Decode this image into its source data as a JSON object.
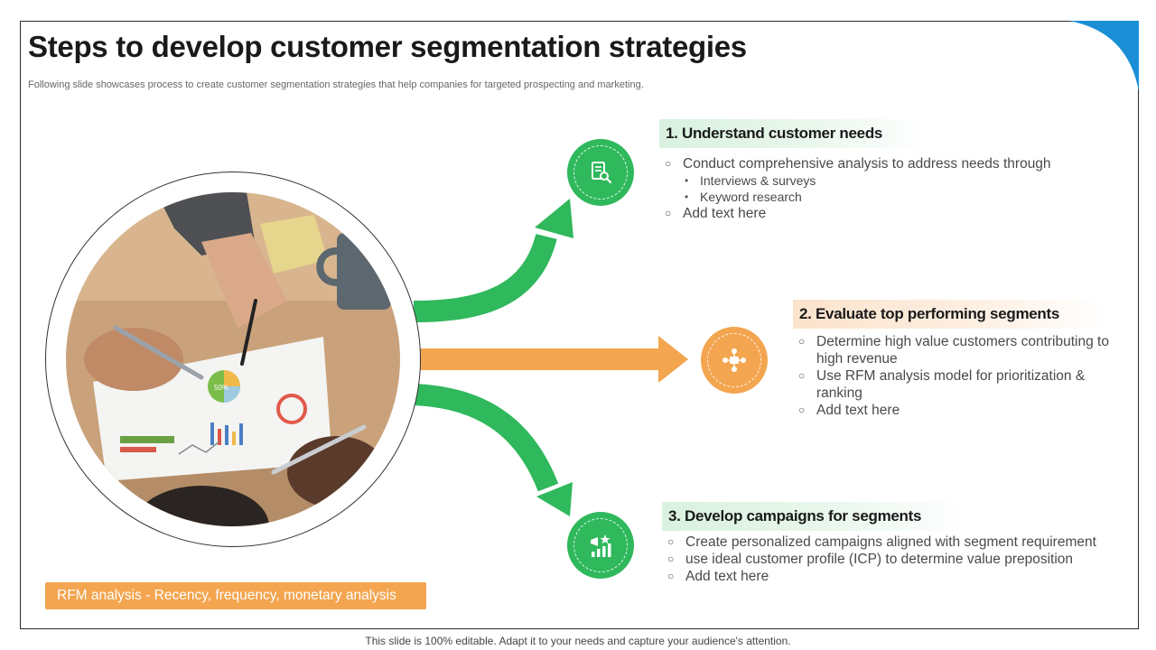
{
  "slide": {
    "title": "Steps to develop customer segmentation strategies",
    "subtitle": "Following slide showcases process to create customer segmentation strategies that help companies for targeted prospecting and marketing."
  },
  "steps": [
    {
      "title": "1. Understand customer needs",
      "icon": "document-search-icon",
      "color": "#2fb85c",
      "bullets": [
        {
          "text": "Conduct comprehensive analysis to address needs through",
          "sub": [
            "Interviews & surveys",
            "Keyword research"
          ]
        },
        {
          "text": "Add text here"
        }
      ]
    },
    {
      "title": "2. Evaluate top performing segments",
      "icon": "team-network-icon",
      "color": "#f3a54f",
      "bullets": [
        {
          "line1": "Determine high value customers contributing to",
          "line2": "high revenue"
        },
        {
          "line1": "Use RFM analysis model for prioritization &",
          "line2": "ranking"
        },
        {
          "text": "Add text here"
        }
      ]
    },
    {
      "title": "3. Develop campaigns for segments",
      "icon": "campaign-growth-icon",
      "color": "#2fb85c",
      "bullets": [
        {
          "text": "Create personalized campaigns aligned with segment requirement"
        },
        {
          "text": "use ideal customer profile (ICP) to determine value preposition"
        },
        {
          "text": "Add text here"
        }
      ]
    }
  ],
  "photo": {
    "percent_label": "50%"
  },
  "rfm_label": "RFM analysis - Recency, frequency, monetary analysis",
  "footer": "This slide is 100% editable. Adapt it to your needs and capture your audience's attention.",
  "colors": {
    "green": "#2fb85c",
    "orange": "#f3a54f",
    "corner_blue": "#1a8fd6"
  }
}
